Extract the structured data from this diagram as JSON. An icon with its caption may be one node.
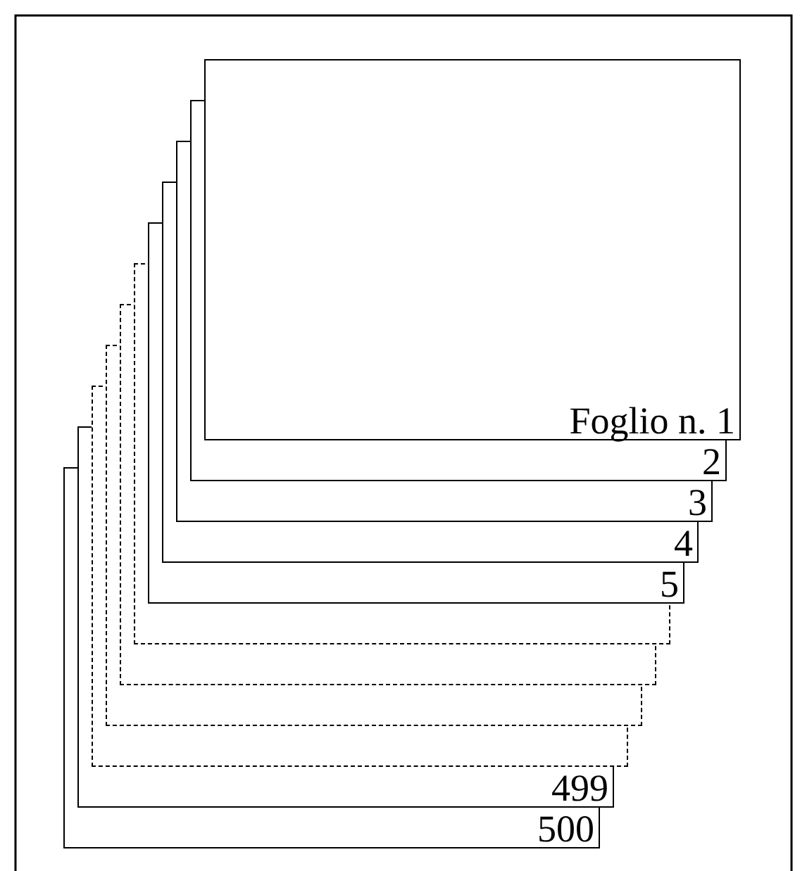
{
  "diagram": {
    "nodes": [
      {
        "text": [
          "Foglio n. 1"
        ]
      },
      {
        "text": [
          "2"
        ]
      },
      {
        "text": [
          "3"
        ]
      },
      {
        "text": [
          "4"
        ]
      },
      {
        "text": [
          "5"
        ]
      },
      {
        "text": [],
        "shape": "box"
      },
      {
        "text": [],
        "shape": "box"
      },
      {
        "text": [],
        "shape": "box"
      },
      {
        "text": [],
        "shape": "box"
      },
      {
        "text": [
          "499"
        ]
      },
      {
        "text": [
          "500"
        ]
      }
    ]
  }
}
